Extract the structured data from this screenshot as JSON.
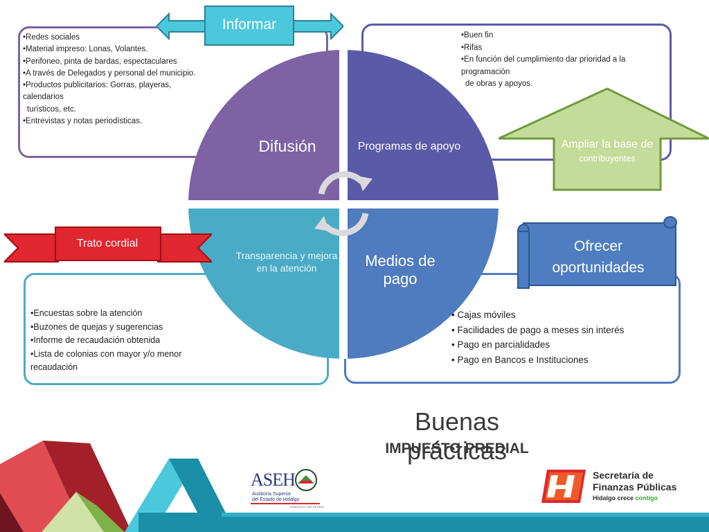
{
  "informar": {
    "label": "Informar"
  },
  "difusion": {
    "items": [
      "•Redes sociales",
      "•Material impreso: Lonas, Volantes.",
      "•Perifoneo, pinta de bardas, espectaculares",
      "•A través de Delegados y personal del municipio.",
      "•Productos publicitarios: Gorras, playeras, calendarios",
      "  turísticos, etc.",
      "•Entrevistas y notas periodísticas."
    ]
  },
  "programas": {
    "items": [
      "•Buen fin",
      "•Rifas",
      "•En función del cumplimiento dar prioridad a la programación",
      "  de obras y apoyos."
    ]
  },
  "ampliar": {
    "line1": "Ampliar la base de",
    "line2": "contribuyentes"
  },
  "trato": {
    "label": "Trato cordial"
  },
  "ofrecer": {
    "line1": "Ofrecer",
    "line2": "oportunidades"
  },
  "transparencia_items": [
    "•Encuestas sobre la atención",
    "•Buzones de quejas y sugerencias",
    "•Informe de recaudación obtenida",
    "•Lista de colonias con mayor y/o menor recaudación"
  ],
  "medios_items": [
    "•  Cajas móviles",
    "•  Facilidades de pago a meses sin interés",
    "•  Pago en parcialidades",
    "•  Pago en Bancos e Instituciones"
  ],
  "quadrants": {
    "difusion": "Difusión",
    "programas": "Programas de apoyo",
    "transparencia_line1": "Transparencia  y mejora",
    "transparencia_line2": "en la atención",
    "medios": "Medios de pago"
  },
  "title": {
    "main": "Buenas prácticas",
    "sub": "IMPUESTO PREDIAL"
  },
  "logos": {
    "aseh": {
      "name": "ASEH",
      "sub1": "Auditoría Superior",
      "sub2": "del Estado de Hidalgo",
      "sub3": "CONOCELO, DEL ESTADO"
    },
    "sfp": {
      "line1": "Secretaría de",
      "line2": "Finanzas Públicas",
      "tag1": "Hidalgo crece",
      "tag2": "contigo"
    }
  },
  "colors": {
    "purple": "#7d62a4",
    "indigo": "#5a5aa8",
    "teal": "#4aabc6",
    "blue": "#4f7bbf",
    "cyan_banner": "#4cc8dc",
    "green": "#c4dc9a",
    "red": "#e0262e",
    "scroll_blue": "#4e7dc1"
  }
}
